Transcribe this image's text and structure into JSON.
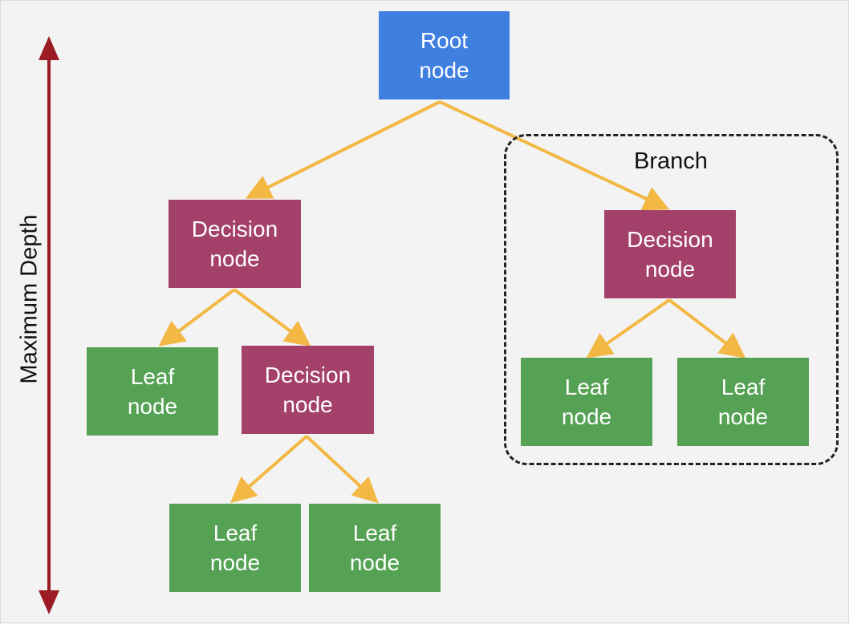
{
  "diagram": {
    "depth_label": "Maximum Depth",
    "branch_label": "Branch",
    "colors": {
      "root": "#3f7fe0",
      "decision": "#a3416a",
      "leaf": "#55a254",
      "arrow": "#f2b843",
      "depth_arrow": "#9b1c24"
    },
    "nodes": {
      "root": {
        "line1": "Root",
        "line2": "node"
      },
      "decision_left": {
        "line1": "Decision",
        "line2": "node"
      },
      "decision_right": {
        "line1": "Decision",
        "line2": "node"
      },
      "decision_mid": {
        "line1": "Decision",
        "line2": "node"
      },
      "leaf_a": {
        "line1": "Leaf",
        "line2": "node"
      },
      "leaf_b": {
        "line1": "Leaf",
        "line2": "node"
      },
      "leaf_c": {
        "line1": "Leaf",
        "line2": "node"
      },
      "leaf_d": {
        "line1": "Leaf",
        "line2": "node"
      },
      "leaf_e": {
        "line1": "Leaf",
        "line2": "node"
      }
    }
  }
}
